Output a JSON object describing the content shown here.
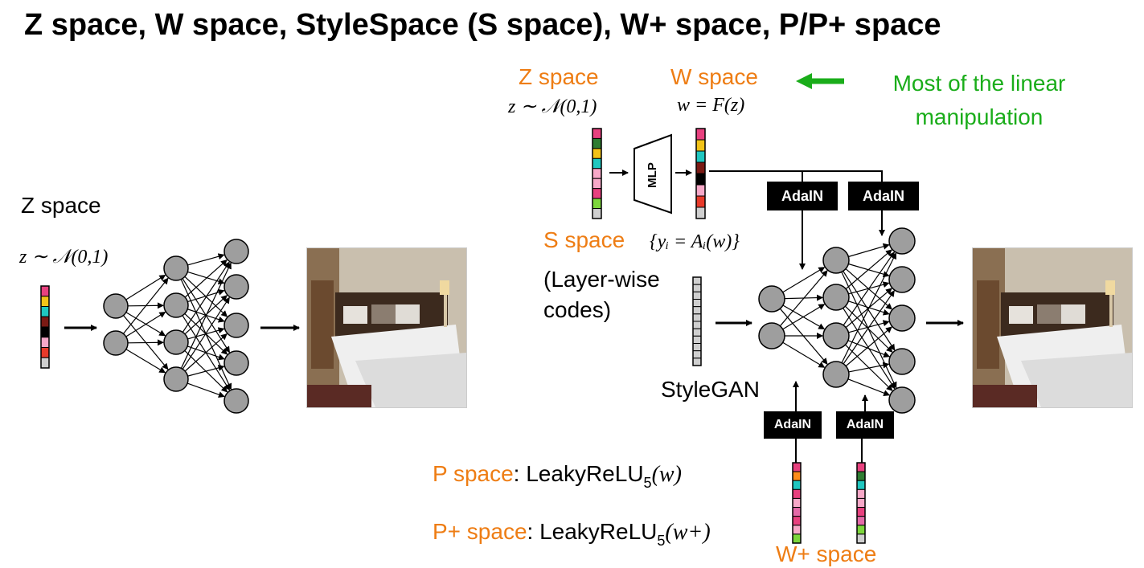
{
  "title": "Z space, W space, StyleSpace (S space), W+ space, P/P+ space",
  "left": {
    "label": "Z space",
    "formula": "z ∼ 𝒩(0,1)"
  },
  "top": {
    "z_label": "Z space",
    "z_formula": "z ∼ 𝒩(0,1)",
    "w_label": "W space",
    "w_formula": "w = F(z)",
    "note_line1": "Most of the linear",
    "note_line2": "manipulation",
    "mlp_label": "MLP"
  },
  "s_space": {
    "label": "S space",
    "formula": "{yᵢ = Aᵢ(w)}",
    "desc_line1": "(Layer-wise",
    "desc_line2": "codes)"
  },
  "generator_label": "StyleGAN",
  "adain_label": "AdaIN",
  "p_space": {
    "label": "P space",
    "colon": ": ",
    "func": "LeakyReLU",
    "sub": "5",
    "arg": "(w)"
  },
  "pplus_space": {
    "label": "P+ space",
    "colon": ": ",
    "func": "LeakyReLU",
    "sub": "5",
    "arg": "(w+)"
  },
  "wplus_label": "W+ space",
  "colors": {
    "orange": "#ee7d14",
    "green": "#1aad1a",
    "node_fill": "#9e9e9e",
    "vector_palette": [
      "#e8417f",
      "#f2c318",
      "#1fc7c0",
      "#7a1a14",
      "#000000",
      "#f7a8c8",
      "#e83a2a",
      "#cfcfcf",
      "#2f7d32",
      "#7dd63c",
      "#ff8c1a",
      "#e46aa8"
    ]
  },
  "icons": [
    "arrow-right-icon",
    "arrow-left-icon",
    "bedroom-photo"
  ]
}
